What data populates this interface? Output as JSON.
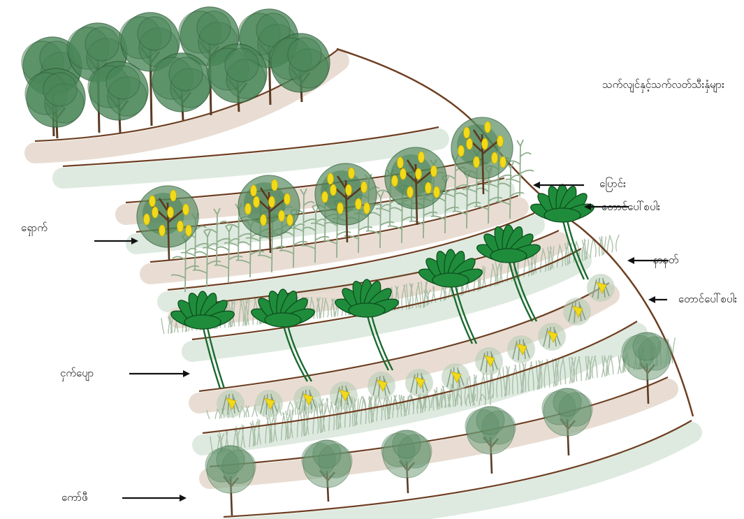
{
  "labels": {
    "top_title": "သက်လျင်နှင့်သက်လတ်သီးနှံများ",
    "corn": "ပြောင်း",
    "upland_rice_1": "တောင်ပေါ်စပါး",
    "citrus": "ရှောက်",
    "pineapple": "နာနတ်",
    "upland_rice_2": "တောင်ပေါ်စပါး",
    "banana": "ငှက်ပျော",
    "coffee": "ကော်ဖီ"
  },
  "colors": {
    "terrace_line": "#6e3f22",
    "band_soil": "#e3d5c8",
    "band_green": "#d6e5d8",
    "forest_canopy": "#4a8758",
    "citrus_canopy": "#5f9066",
    "fruit": "#f2da1b",
    "fan_leaf": "#1f8c3b",
    "grass": "#9fb79c",
    "coffee_canopy": "#7fa887"
  }
}
